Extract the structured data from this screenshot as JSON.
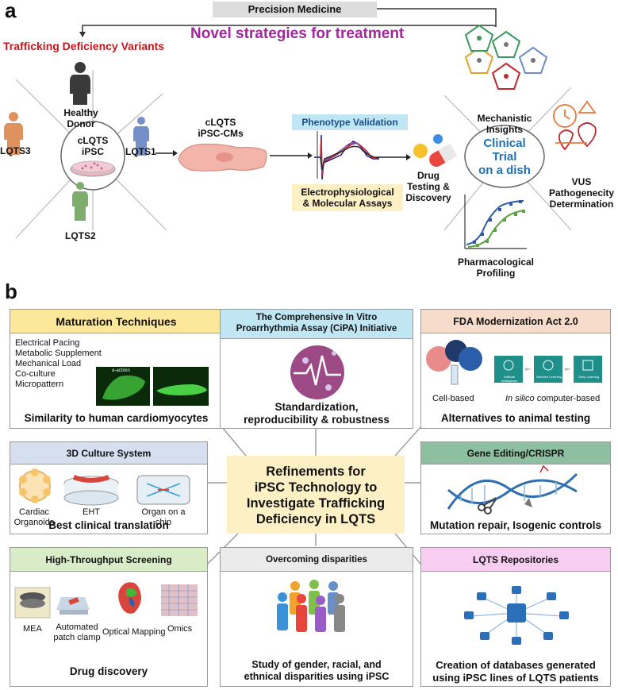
{
  "panel_a": {
    "letter": "a",
    "precision_medicine": "Precision Medicine",
    "novel_strategies": "Novel strategies for treatment",
    "trafficking_variants": "Trafficking Deficiency Variants",
    "healthy_donor_1": "Healthy",
    "healthy_donor_2": "Donor",
    "ipsc_1": "cLQTS",
    "ipsc_2": "iPSC",
    "lqts3": "LQTS3",
    "lqts1": "LQTS1",
    "lqts2": "LQTS2",
    "cm_1": "cLQTS",
    "cm_2": "iPSC-CMs",
    "phenotype_validation": "Phenotype Validation",
    "assays_1": "Electrophysiological",
    "assays_2": "& Molecular Assays",
    "drug_1": "Drug",
    "drug_2": "Testing &",
    "drug_3": "Discovery",
    "trial_1": "Clinical",
    "trial_2": "Trial",
    "trial_3": "on a dish",
    "mech_1": "Mechanistic",
    "mech_2": "Insights",
    "vus_1": "VUS",
    "vus_2": "Pathogenecity",
    "vus_3": "Determination",
    "pharm_1": "Pharmacological",
    "pharm_2": "Profiling"
  },
  "panel_b": {
    "letter": "b",
    "center_1": "Refinements for",
    "center_2": "iPSC Technology to",
    "center_3": "Investigate Trafficking",
    "center_4": "Deficiency in LQTS",
    "maturation": {
      "title": "Maturation Techniques",
      "items": [
        "Electrical Pacing",
        "Metabolic Supplement",
        "Mechanical Load",
        "Co-culture",
        "Micropattern"
      ],
      "micro_label": "α-actinin",
      "caption": "Similarity to human cardiomyocytes"
    },
    "cipa": {
      "title_1": "The Comprehensive In Vitro",
      "title_2": "Proarrhythmia Assay (CiPA) Initiative",
      "caption_1": "Standardization,",
      "caption_2": "reproducibility & robustness"
    },
    "fda": {
      "title": "FDA Modernization Act 2.0",
      "cell_based": "Cell-based",
      "in_silico_italic": "In silico",
      "in_silico_rest": " computer-based",
      "ai_1": "Artificial Intelligence",
      "ai_2": "Machine Learning",
      "ai_3": "Deep Learning",
      "caption": "Alternatives to animal testing"
    },
    "culture3d": {
      "title": "3D Culture System",
      "organoids_1": "Cardiac",
      "organoids_2": "Organoids",
      "eht": "EHT",
      "chip_1": "Organ on a",
      "chip_2": "chip",
      "caption": "Best clinical translation"
    },
    "gene": {
      "title": "Gene Editing/CRISPR",
      "caption": "Mutation repair, Isogenic controls"
    },
    "hts": {
      "title": "High-Throughput Screening",
      "mea": "MEA",
      "patch_1": "Automated",
      "patch_2": "patch clamp",
      "optical": "Optical Mapping",
      "omics": "Omics",
      "caption": "Drug discovery"
    },
    "disparities": {
      "title": "Overcoming disparities",
      "caption_1": "Study of gender, racial, and",
      "caption_2": "ethnical disparities using iPSC"
    },
    "repos": {
      "title": "LQTS Repositories",
      "caption_1": "Creation of databases generated",
      "caption_2": "using iPSC lines of LQTS patients"
    }
  },
  "colors": {
    "magenta": "#a0279c",
    "red": "#c4161c",
    "blue": "#1f6fb5",
    "maturation": "#fde79b",
    "cipa": "#bfe6f2",
    "fda": "#f7dccb",
    "culture3d": "#d5dff0",
    "gene": "#8cc0a0",
    "hts": "#d8ecc8",
    "disparities": "#ebebeb",
    "repos": "#f7cdf2",
    "center": "#fdf0c4"
  }
}
